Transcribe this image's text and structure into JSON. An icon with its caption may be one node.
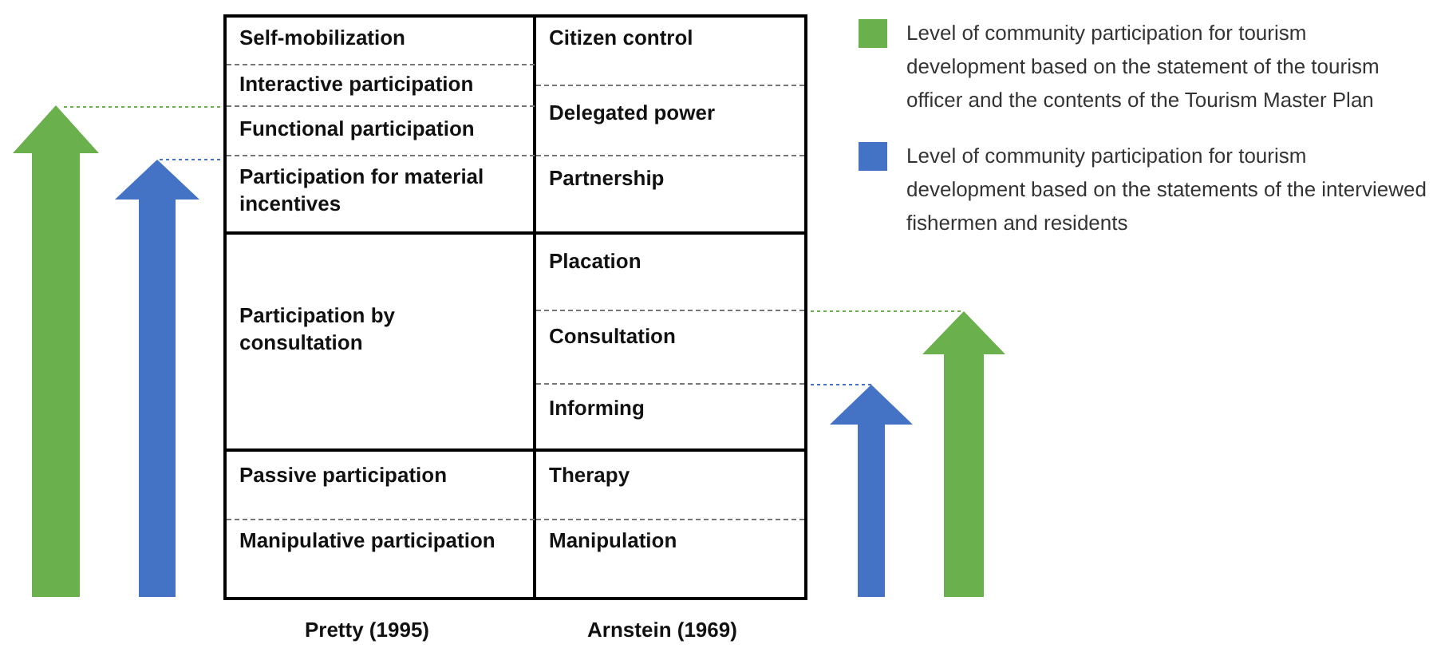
{
  "diagram": {
    "nodes": [
      {
        "text": [
          "Self-mobilization"
        ]
      },
      {
        "text": [
          "Interactive participation"
        ]
      },
      {
        "text": [
          "Functional participation"
        ]
      },
      {
        "text": [
          "Participation for material incentives"
        ]
      },
      {
        "text": [
          "Participation by consultation"
        ]
      },
      {
        "text": [
          "Passive participation"
        ]
      },
      {
        "text": [
          "Manipulative participation"
        ]
      },
      {
        "text": [
          "Citizen control"
        ]
      },
      {
        "text": [
          "Delegated power"
        ]
      },
      {
        "text": [
          "Partnership"
        ]
      },
      {
        "text": [
          "Placation"
        ]
      },
      {
        "text": [
          "Consultation"
        ]
      },
      {
        "text": [
          "Informing"
        ]
      },
      {
        "text": [
          "Therapy"
        ]
      },
      {
        "text": [
          "Manipulation"
        ]
      }
    ],
    "labels": [
      "Pretty (1995)",
      "Arnstein (1969)"
    ],
    "legend": [
      {
        "text": "Level of community participation for tourism development based on the statement of the tourism officer and the contents of the Tourism Master Plan",
        "color": "#6ab04c"
      },
      {
        "text": "Level of community participation for tourism development based on the statements of the interviewed fishermen and residents",
        "color": "#4472c4"
      }
    ]
  }
}
